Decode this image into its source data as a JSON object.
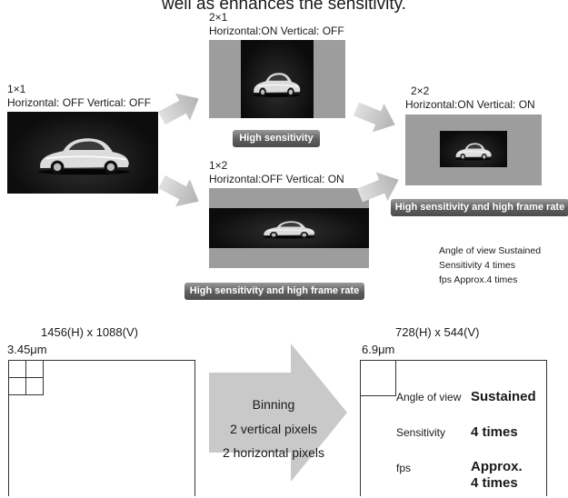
{
  "header": {
    "text": "well as enhances the sensitivity."
  },
  "modes": {
    "m11": {
      "name": "1×1",
      "setting": "Horizontal: OFF  Vertical: OFF"
    },
    "m21": {
      "name": "2×1",
      "setting": "Horizontal:ON  Vertical: OFF",
      "badge": "High sensitivity"
    },
    "m12": {
      "name": "1×2",
      "setting": "Horizontal:OFF  Vertical: ON",
      "badge": "High sensitivity and high frame rate"
    },
    "m22": {
      "name": "2×2",
      "setting": "Horizontal:ON  Vertical: ON",
      "badge": "High sensitivity and high frame rate"
    }
  },
  "summary_note": {
    "line1": "Angle of view Sustained",
    "line2": "Sensitivity 4 times",
    "line3": "fps  Approx.4 times"
  },
  "left_sensor": {
    "resolution": "1456(H) x 1088(V)",
    "pixel_size": "3.45μm"
  },
  "right_sensor": {
    "resolution": "728(H) x 544(V)",
    "pixel_size": "6.9μm"
  },
  "binning_arrow": {
    "title": "Binning",
    "line1": "2 vertical pixels",
    "line2": "2 horizontal pixels"
  },
  "results": [
    {
      "label": "Angle of view",
      "value": "Sustained"
    },
    {
      "label": "Sensitivity",
      "value": "4 times"
    },
    {
      "label": "fps",
      "value": "Approx.\n4 times"
    }
  ],
  "colors": {
    "arrow_gray": "#c9c9c9",
    "badge_top": "#9a9a9a",
    "badge_bottom": "#4c4c4c",
    "photo_bg": "#1a1a1a",
    "pad_gray": "#999999"
  }
}
